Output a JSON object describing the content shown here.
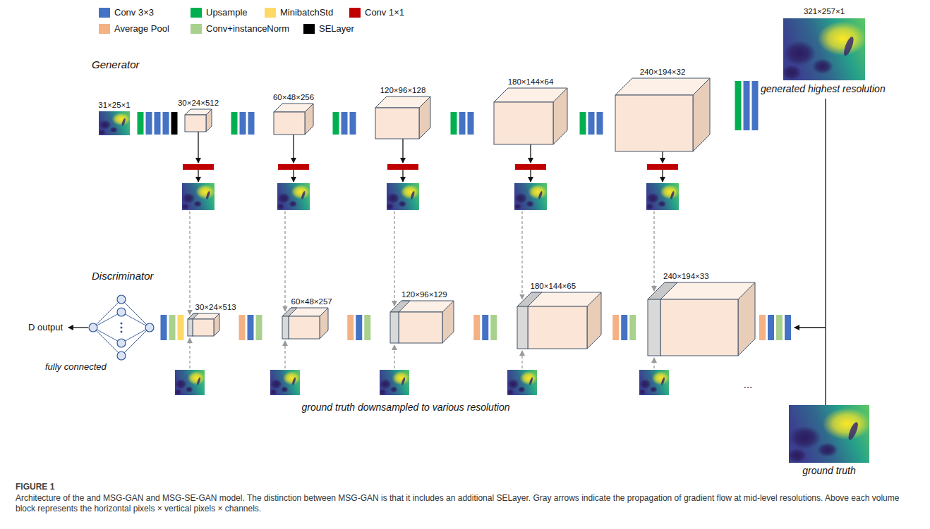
{
  "diagram": {
    "caption": "Architecture of the and MSG-GAN and MSG-SE-GAN model. The distinction between MSG-GAN is that it includes an additional SELayer. Gray arrows indicate the propagation of gradient flow at mid-level resolutions. Above each volume block represents the horizontal pixels × vertical pixels × channels.",
    "nodes": [
      {
        "text": [
          "30×24×512"
        ]
      },
      {
        "text": [
          "60×48×256"
        ]
      },
      {
        "text": [
          "120×96×128"
        ]
      },
      {
        "text": [
          "180×144×64"
        ]
      },
      {
        "text": [
          "240×194×32"
        ]
      },
      {
        "text": [
          "30×24×513"
        ]
      },
      {
        "text": [
          "60×48×257"
        ]
      },
      {
        "text": [
          "120×96×129"
        ]
      },
      {
        "text": [
          "180×144×65"
        ]
      },
      {
        "text": [
          "240×194×33"
        ]
      }
    ],
    "labels": [
      "Generator",
      "Discriminator",
      "31×25×1",
      "321×257×1",
      "generated highest resolution",
      "D output",
      "fully connected",
      "ground truth downsampled to various resolution",
      "...",
      "ground truth",
      "FIGURE 1"
    ],
    "legend": [
      {
        "text": "Conv 3×3",
        "color": "#4472c4"
      },
      {
        "text": "Upsample",
        "color": "#00b050"
      },
      {
        "text": "MinibatchStd",
        "color": "#ffd966"
      },
      {
        "text": "Conv 1×1",
        "color": "#c00000"
      },
      {
        "text": "Average Pool",
        "color": "#f4b183"
      },
      {
        "text": "Conv+instanceNorm",
        "color": "#a9d18e"
      },
      {
        "text": "SELayer",
        "color": "#000000"
      }
    ]
  }
}
